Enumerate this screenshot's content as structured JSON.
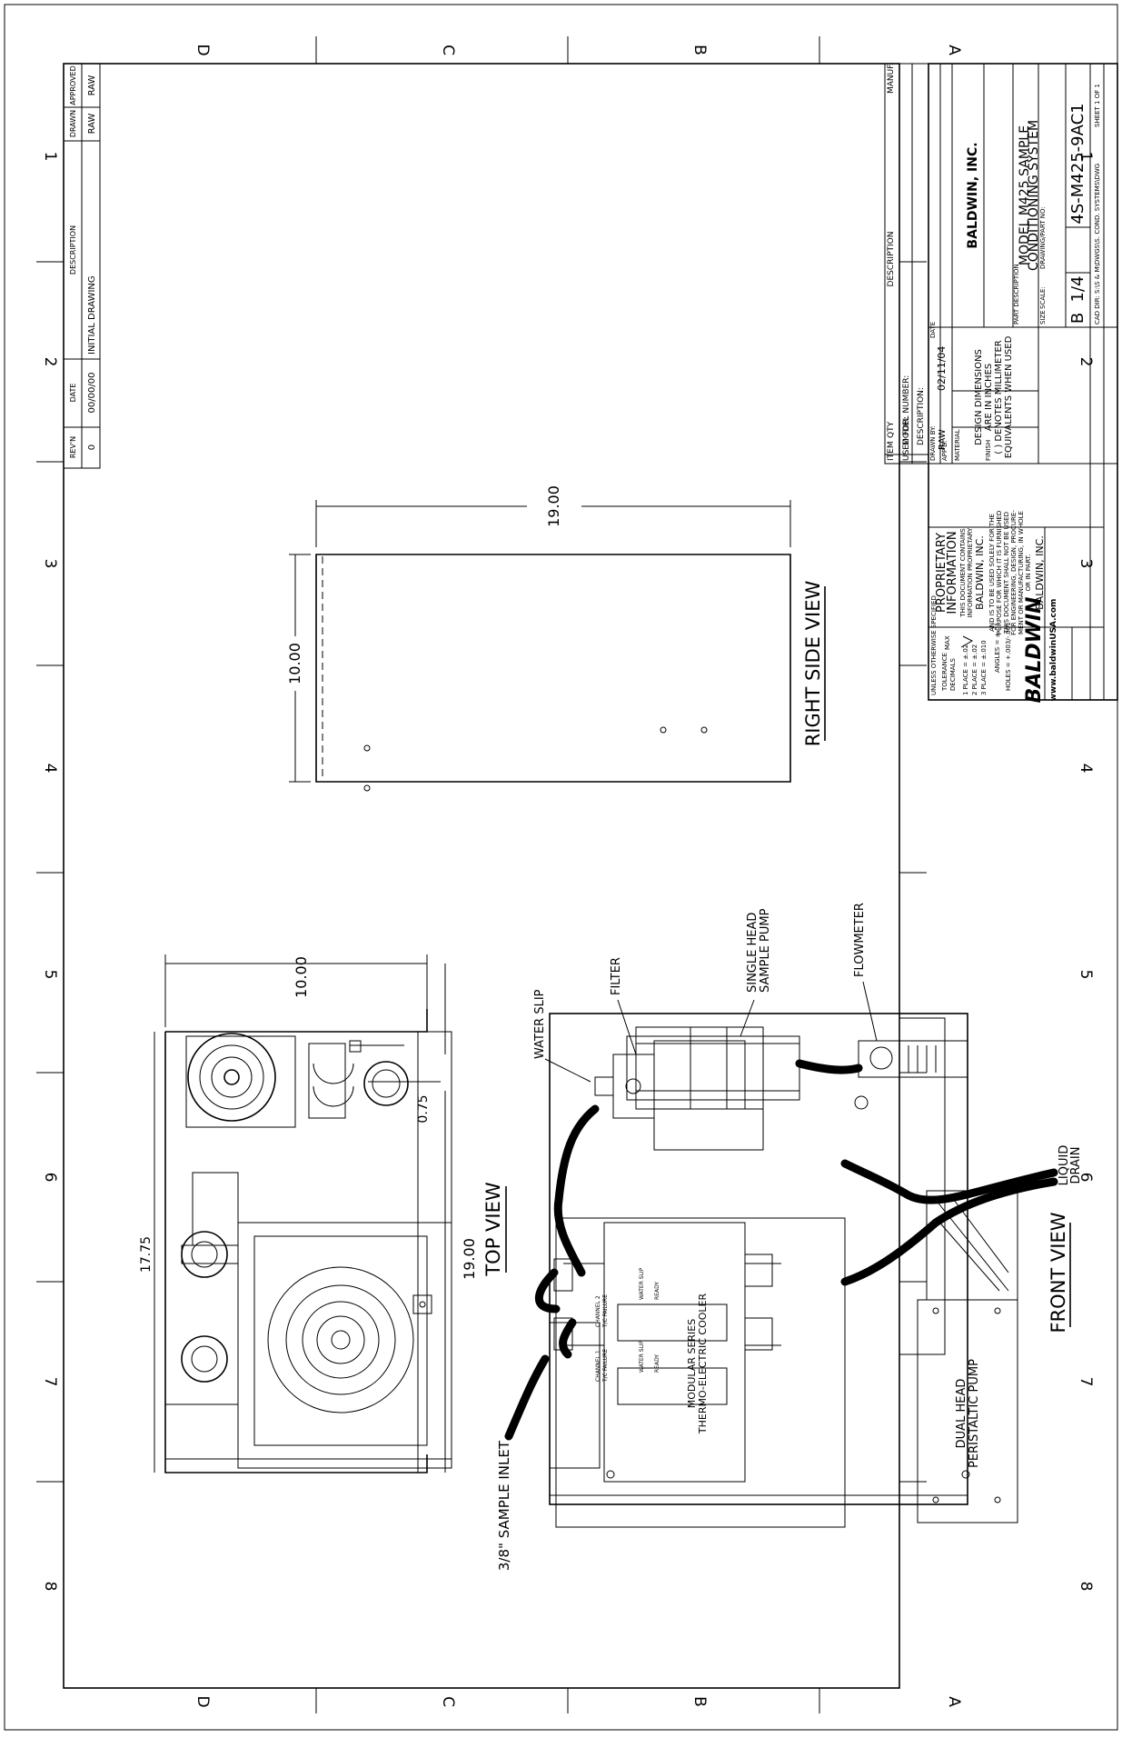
{
  "zone_letters_top": [
    "D",
    "C",
    "B",
    "A"
  ],
  "zone_letters_bottom": [
    "D",
    "C",
    "B",
    "A"
  ],
  "zone_numbers_left": [
    "1",
    "2",
    "3",
    "4",
    "5",
    "6",
    "7",
    "8"
  ],
  "zone_numbers_right": [
    "1",
    "2",
    "3",
    "4",
    "5",
    "6",
    "7",
    "8"
  ],
  "revision_block": {
    "headers": [
      "REV'N",
      "DATE",
      "DESCRIPTION",
      "DRAWN",
      "APPROVED"
    ],
    "row": [
      "0",
      "00/00/00",
      "INITIAL DRAWING",
      "RAW",
      "RAW"
    ]
  },
  "title_block": {
    "manuf_label": "MANUF.",
    "description_label": "DESCRIPTION",
    "item_label": "ITEM",
    "qty_label": "QTY",
    "used_for_label": "USED FOR:",
    "model_number_label": "MODEL NUMBER:",
    "description2_label": "DESCRIPTION:",
    "drawn_by_label": "DRAWN BY:",
    "drawn_by": "RAW",
    "date_label": "DATE",
    "date": "02/11/04",
    "appd_label": "APP'D:",
    "material_label": "MATERIAL",
    "finish_label": "FINISH",
    "design_dims": [
      "DESIGN DIMENSIONS",
      "ARE IN INCHES",
      "( ) DENOTES MILLIMETER",
      "EQUIVALENTS WHEN USED"
    ],
    "company": "BALDWIN, INC.",
    "part_description_label": "PART DESCRIPTION",
    "part_description": [
      "MODEL M425 SAMPLE",
      "CONDITIONING SYSTEM"
    ],
    "size_label": "SIZE",
    "size": "B",
    "scale_label": "SCALE:",
    "scale": "1/4",
    "drawing_part_label": "DRAWING/PART NO:",
    "drawing_part_no": "4S-M425-9AC1",
    "cad_dir": "CAD DIR: S:\\S & M\\DWGS\\S. COND. SYSTEMS\\DWG",
    "sheet": "SHEET 1 OF 1",
    "tolerance": [
      "UNLESS OTHERWISE SPECIFIED",
      "TOLERANCE",
      "DECIMALS",
      "1 PLACE = ±.02",
      "2 PLACE = ±.02",
      "3 PLACE = ±.010",
      "ANGLES = ±.5°",
      "HOLES = +.003/-.001"
    ],
    "finish_mark": "MAX",
    "logo": "BALDWIN",
    "website": "www.baldwinUSA.com",
    "proprietary": [
      "PROPRIETARY",
      "INFORMATION",
      "THIS DOCUMENT CONTAINS",
      "INFORMATION PROPRIETARY",
      "BALDWIN, INC.",
      "AND IS TO BE USED SOLELY FOR THE",
      "PURPOSE FOR WHICH IT IS FURNISHED",
      "THIS DOCUMENT SHALL NOT BE USED",
      "FOR ENGINEERING, DESIGN, PROCURE-",
      "MENT OR MANUFACTURING, IN WHOLE",
      "OR IN PART.",
      "BALDWIN, INC."
    ]
  },
  "views": {
    "right_side": "RIGHT SIDE VIEW",
    "top": "TOP VIEW",
    "front": "FRONT VIEW"
  },
  "dimensions": {
    "side_width": "19.00",
    "side_height": "10.00",
    "top_height": "10.00",
    "top_width": "19.00",
    "top_inner": "17.75",
    "top_small": "0.75"
  },
  "callouts": {
    "water_slip": "WATER SLIP",
    "filter": "FILTER",
    "single_head_pump": [
      "SINGLE HEAD",
      "SAMPLE PUMP"
    ],
    "flowmeter": "FLOWMETER",
    "liquid_drain": [
      "LIQUID",
      "DRAIN"
    ],
    "sample_inlet": "3/8\" SAMPLE INLET",
    "cooler": [
      "MODULAR SERIES",
      "THERMO-ELECTRIC COOLER"
    ],
    "dual_pump": [
      "DUAL HEAD",
      "PERISTALTIC PUMP"
    ]
  },
  "cooler_labels": [
    "CHANNEL 2",
    "T/C FAILURE",
    "WATER SLIP",
    "READY",
    "CHANNEL 1",
    "T/C FAILURE",
    "WATER SLIP",
    "READY"
  ]
}
